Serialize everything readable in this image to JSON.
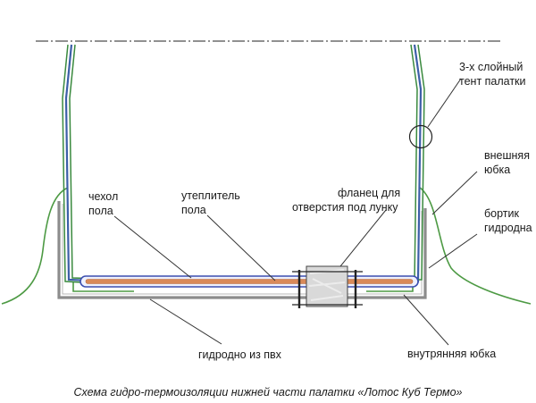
{
  "labels": {
    "tent_l1": "3-х слойный",
    "tent_l2": "тент палатки",
    "outer_l1": "внешняя",
    "outer_l2": "юбка",
    "rim_l1": "бортик",
    "rim_l2": "гидродна",
    "cover_l1": "чехол",
    "cover_l2": "пола",
    "insul_l1": "утеплитель",
    "insul_l2": "пола",
    "flange_l1": "фланец для",
    "flange_l2": "отверстия под лунку",
    "bottom": "гидродно из пвх",
    "inner": "внутрянняя юбка"
  },
  "caption": "Схема гидро-термоизоляции нижней части палатки «Лотос Куб Термо»",
  "colors": {
    "tent_green": "#3a8a3e",
    "tent_blue": "#3d5fa8",
    "skirt_green": "#4d9a44",
    "pvc_gray": "#8c8c8c",
    "insulation": "#d98a5a",
    "cover_blue": "#3d4fb0",
    "flange": "#d9d9d9"
  }
}
